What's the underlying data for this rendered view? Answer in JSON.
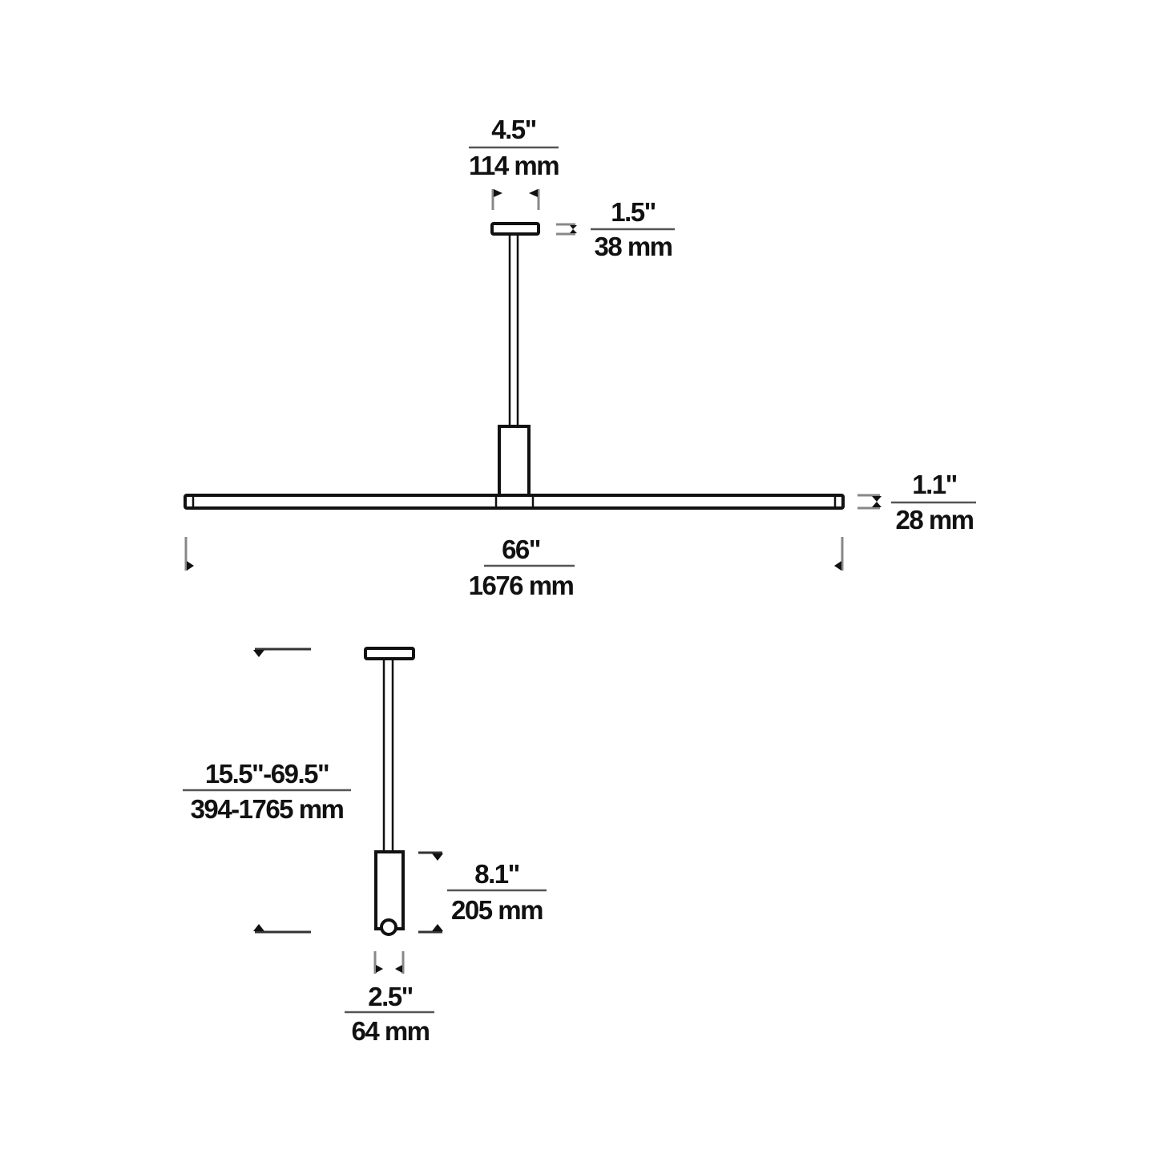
{
  "diagram": {
    "front_view": {
      "canopy_width": {
        "imperial": "4.5\"",
        "metric": "114 mm"
      },
      "canopy_height": {
        "imperial": "1.5\"",
        "metric": "38 mm"
      },
      "overall_width": {
        "imperial": "66\"",
        "metric": "1676 mm"
      },
      "bar_height": {
        "imperial": "1.1\"",
        "metric": "28 mm"
      }
    },
    "side_view": {
      "overall_height": {
        "imperial": "15.5\"-69.5\"",
        "metric": "394-1765 mm"
      },
      "body_height": {
        "imperial": "8.1\"",
        "metric": "205 mm"
      },
      "body_width": {
        "imperial": "2.5\"",
        "metric": "64 mm"
      }
    }
  }
}
